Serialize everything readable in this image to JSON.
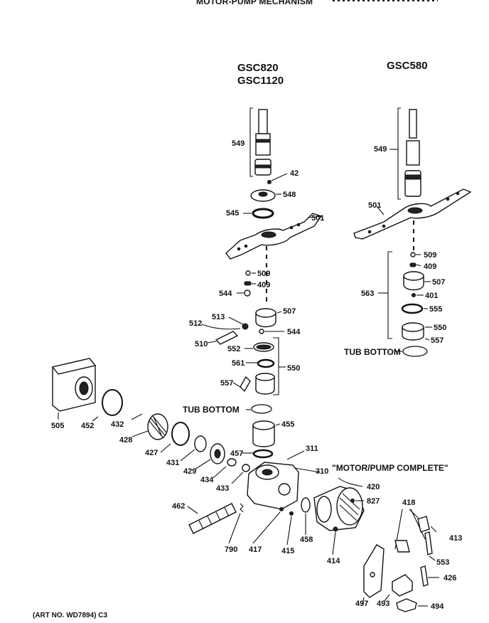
{
  "header": {
    "title": "MOTOR-PUMP MECHANISM"
  },
  "models": {
    "left_a": "GSC820",
    "left_b": "GSC1120",
    "right": "GSC580"
  },
  "labels": {
    "tub_bottom_right": "TUB BOTTOM",
    "tub_bottom_left": "TUB BOTTOM",
    "motor_pump_complete": "\"MOTOR/PUMP COMPLETE\""
  },
  "footer": {
    "art_no": "(ART NO. WD7894) C3"
  },
  "callouts": {
    "c549a": "549",
    "c42": "42",
    "c548": "548",
    "c545": "545",
    "c501a": "501",
    "c509a": "509",
    "c409a": "409",
    "c544a": "544",
    "c513": "513",
    "c507a": "507",
    "c512": "512",
    "c544b": "544",
    "c510": "510",
    "c552": "552",
    "c561": "561",
    "c550a": "550",
    "c557a": "557",
    "c549b": "549",
    "c501b": "501",
    "c509b": "509",
    "c409b": "409",
    "c507b": "507",
    "c563": "563",
    "c401": "401",
    "c555": "555",
    "c550b": "550",
    "c557b": "557",
    "c505": "505",
    "c452": "452",
    "c432": "432",
    "c428": "428",
    "c427": "427",
    "c431": "431",
    "c429": "429",
    "c434": "434",
    "c433": "433",
    "c457": "457",
    "c455": "455",
    "c311": "311",
    "c310": "310",
    "c420": "420",
    "c827": "827",
    "c462": "462",
    "c790": "790",
    "c417": "417",
    "c415": "415",
    "c458": "458",
    "c414": "414",
    "c418": "418",
    "c413": "413",
    "c553": "553",
    "c426": "426",
    "c497": "497",
    "c493": "493",
    "c494": "494"
  }
}
